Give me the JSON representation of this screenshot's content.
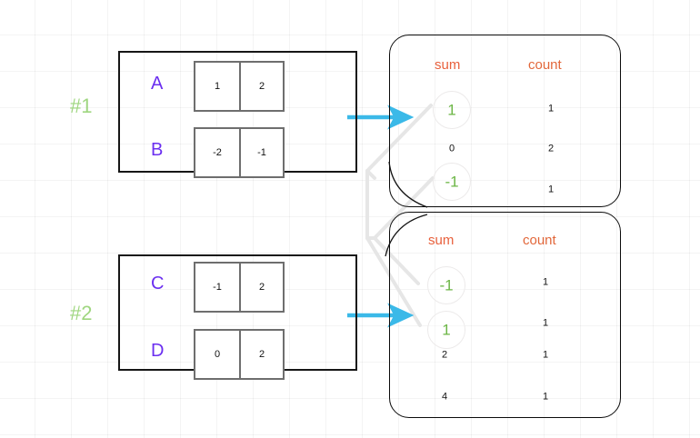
{
  "diagram": {
    "title_tags": [
      {
        "name": "tag-1",
        "label": "#1"
      },
      {
        "name": "tag-2",
        "label": "#2"
      }
    ],
    "colors": {
      "row_label": "#6b2ff0",
      "tag_green": "#8fd06a",
      "header_orange": "#e8603c",
      "highlight_green": "#6cb646",
      "arrow_blue": "#3bb9e8",
      "box_border": "#161616",
      "cell_border": "#6e6e6e",
      "connector_gray": "#e3e3e3"
    },
    "partitions": [
      {
        "name": "partition-1",
        "tag": "#1",
        "rows": [
          {
            "label": "A",
            "cells": [
              "1",
              "2"
            ]
          },
          {
            "label": "B",
            "cells": [
              "-2",
              "-1"
            ]
          }
        ]
      },
      {
        "name": "partition-2",
        "tag": "#2",
        "rows": [
          {
            "label": "C",
            "cells": [
              "-1",
              "2"
            ]
          },
          {
            "label": "D",
            "cells": [
              "0",
              "2"
            ]
          }
        ]
      }
    ],
    "aggregates": [
      {
        "name": "aggregate-table-1",
        "headers": {
          "sum": "sum",
          "count": "count"
        },
        "rows": [
          {
            "sum": "1",
            "count": "1",
            "highlight": true
          },
          {
            "sum": "0",
            "count": "2",
            "highlight": false
          },
          {
            "sum": "-1",
            "count": "1",
            "highlight": true
          }
        ]
      },
      {
        "name": "aggregate-table-2",
        "headers": {
          "sum": "sum",
          "count": "count"
        },
        "rows": [
          {
            "sum": "-1",
            "count": "1",
            "highlight": true
          },
          {
            "sum": "1",
            "count": "1",
            "highlight": true
          },
          {
            "sum": "2",
            "count": "1",
            "highlight": false
          },
          {
            "sum": "4",
            "count": "1",
            "highlight": false
          }
        ]
      }
    ],
    "arrows": [
      {
        "name": "flow-arrow-1"
      },
      {
        "name": "flow-arrow-2"
      }
    ]
  }
}
